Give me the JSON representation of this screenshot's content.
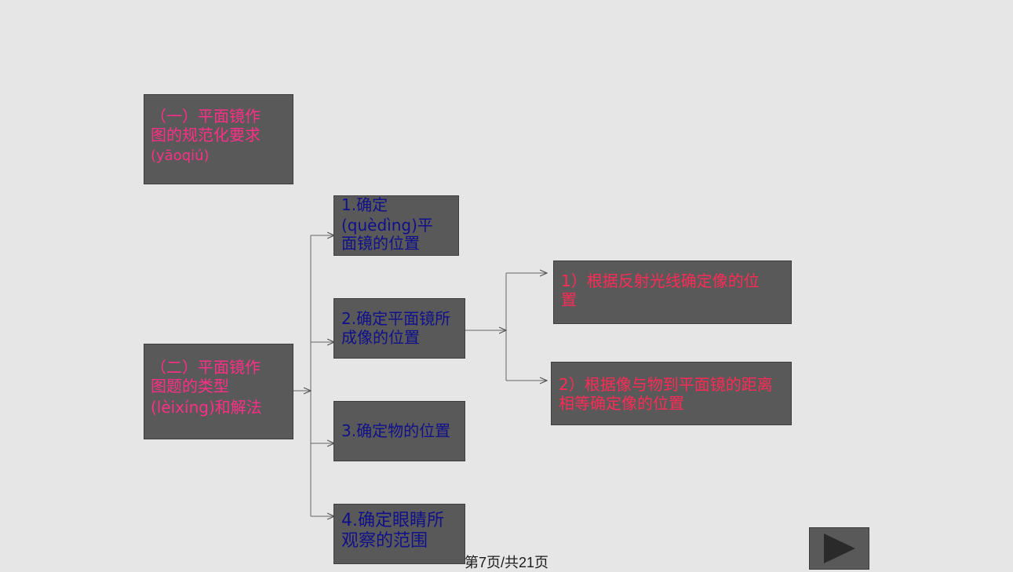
{
  "boxes": {
    "req": {
      "line1": "（一）平面镜作",
      "line2": "图的规范化要求",
      "line3": "(yāoqiú)"
    },
    "types": {
      "line1": "（二）平面镜作",
      "line2": "图题的类型",
      "line3": "(lèixíng)和解法"
    },
    "t1": {
      "line1": "1.确定",
      "line2": "(quèdìng)平",
      "line3": "面镜的位置"
    },
    "t2": {
      "line1": "2.确定平面镜所",
      "line2": "成像的位置"
    },
    "t3": {
      "line1": "3.确定物的位置"
    },
    "t4": {
      "line1": "4.确定眼睛所",
      "line2": "观察的范围"
    },
    "m1": {
      "line1": "1）根据反射光线确定像的位",
      "line2": "置"
    },
    "m2": {
      "line1": "2）根据像与物到平面镜的距离",
      "line2": "相等确定像的位置"
    }
  },
  "footer": {
    "text": "第7页/共21页"
  },
  "colors": {
    "box_bg": "#595959",
    "pink": "#ff2e86",
    "red": "#ff2a55",
    "navy": "#10108a"
  },
  "icons": {
    "next": "play-triangle-icon"
  }
}
